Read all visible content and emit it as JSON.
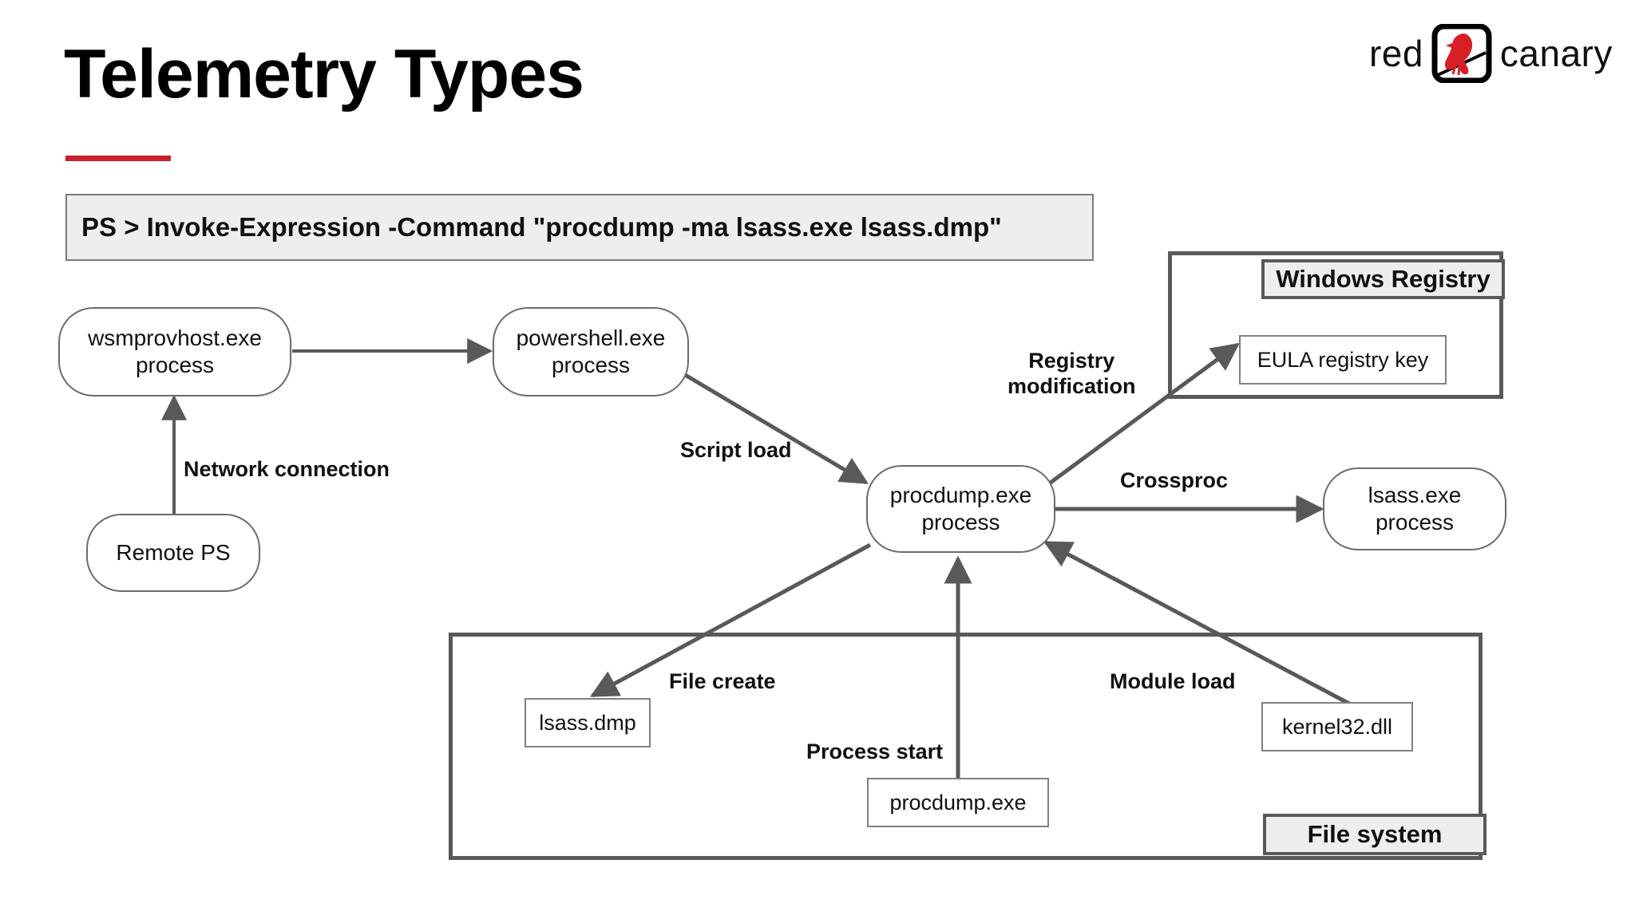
{
  "header": {
    "title": "Telemetry Types",
    "accent_color": "#c8202f",
    "logo": {
      "word_left": "red",
      "word_right": "canary",
      "mark_name": "red-canary-bird-mark",
      "bird_color": "#d81f26"
    }
  },
  "command_bar": {
    "text": "PS > Invoke-Expression -Command \"procdump -ma lsass.exe lsass.dmp\"",
    "background": "#eeeeee",
    "border_color": "#7b7b7b"
  },
  "containers": [
    {
      "id": "windows-registry",
      "title": "Windows Registry",
      "border_color": "#595959",
      "title_background": "#eeeeee"
    },
    {
      "id": "file-system",
      "title": "File system",
      "border_color": "#595959",
      "title_background": "#eeeeee"
    }
  ],
  "nodes": {
    "remote_ps": {
      "line1": "Remote PS",
      "line2": "",
      "type": "process"
    },
    "wsmprovhost": {
      "line1": "wsmprovhost.exe",
      "line2": "process",
      "type": "process"
    },
    "powershell": {
      "line1": "powershell.exe",
      "line2": "process",
      "type": "process"
    },
    "procdump_process": {
      "line1": "procdump.exe",
      "line2": "process",
      "type": "process"
    },
    "lsass_process": {
      "line1": "lsass.exe",
      "line2": "process",
      "type": "process"
    },
    "eula_key": {
      "line1": "EULA registry key",
      "type": "file"
    },
    "lsass_dmp": {
      "line1": "lsass.dmp",
      "type": "file"
    },
    "procdump_exe": {
      "line1": "procdump.exe",
      "type": "file"
    },
    "kernel32": {
      "line1": "kernel32.dll",
      "type": "file"
    }
  },
  "edges": [
    {
      "id": "network-connection",
      "label": "Network connection",
      "from": "remote_ps",
      "to": "wsmprovhost"
    },
    {
      "id": "process-chain",
      "label": "",
      "from": "wsmprovhost",
      "to": "powershell"
    },
    {
      "id": "script-load",
      "label": "Script load",
      "from": "powershell",
      "to": "procdump_process"
    },
    {
      "id": "registry-modification",
      "label": "Registry\nmodification",
      "label_line1": "Registry",
      "label_line2": "modification",
      "from": "procdump_process",
      "to": "eula_key"
    },
    {
      "id": "crossproc",
      "label": "Crossproc",
      "from": "procdump_process",
      "to": "lsass_process"
    },
    {
      "id": "file-create",
      "label": "File create",
      "from": "procdump_process",
      "to": "lsass_dmp"
    },
    {
      "id": "process-start",
      "label": "Process start",
      "from": "procdump_exe",
      "to": "procdump_process"
    },
    {
      "id": "module-load",
      "label": "Module load",
      "from": "kernel32",
      "to": "procdump_process"
    }
  ],
  "edge_style": {
    "stroke": "#595959",
    "stroke_thin": "#6b6b6b"
  }
}
